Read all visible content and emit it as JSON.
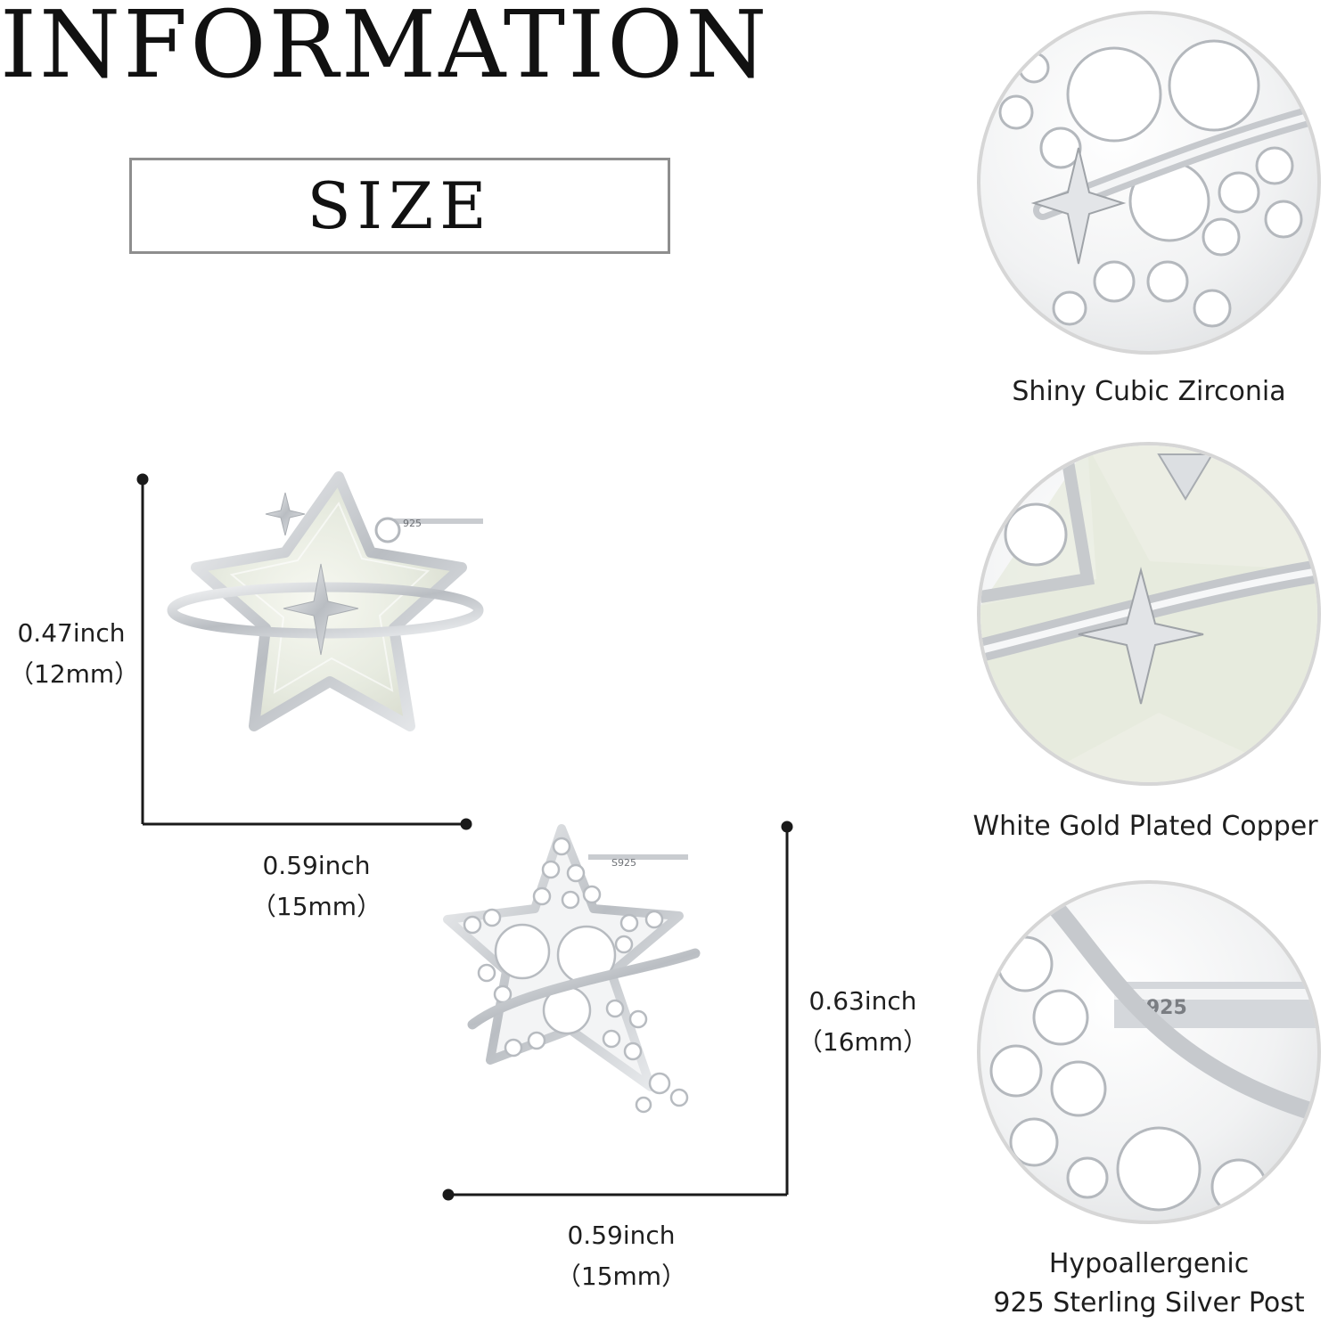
{
  "header": {
    "title": "INFORMATION",
    "section_label": "SIZE"
  },
  "earring_opal": {
    "height_inch": "0.47inch",
    "height_mm": "（12mm）",
    "width_inch": "0.59inch",
    "width_mm": "（15mm）",
    "stamp": "925"
  },
  "earring_zirconia": {
    "height_inch": "0.63inch",
    "height_mm": "（16mm）",
    "width_inch": "0.59inch",
    "width_mm": "（15mm）",
    "stamp": "S925"
  },
  "features": [
    {
      "caption": "Shiny Cubic Zirconia",
      "icon": "zirconia-closeup"
    },
    {
      "caption": "White Gold Plated Copper",
      "icon": "opal-closeup"
    },
    {
      "caption_line1": "Hypoallergenic",
      "caption_line2": "925 Sterling Silver Post",
      "icon": "post-closeup"
    }
  ],
  "colors": {
    "line": "#1a1a1a",
    "box_border": "#8e8e8e",
    "silver": "#c8cbcf",
    "opal": "#eef0e6"
  }
}
